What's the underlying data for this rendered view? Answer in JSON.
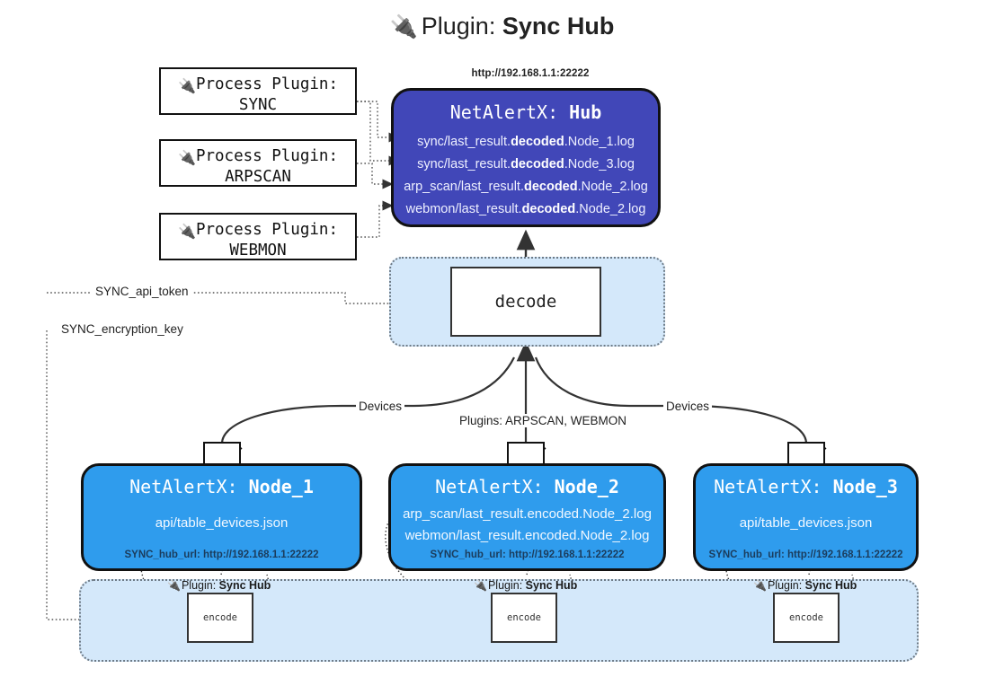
{
  "title": {
    "plug_icon": "🔌",
    "prefix": "Plugin:",
    "name": "Sync Hub"
  },
  "process_plugins": [
    {
      "plug_icon": "🔌",
      "line1": "Process Plugin:",
      "line2": "SYNC"
    },
    {
      "plug_icon": "🔌",
      "line1": "Process Plugin:",
      "line2": "ARPSCAN"
    },
    {
      "plug_icon": "🔌",
      "line1": "Process Plugin:",
      "line2": "WEBMON"
    }
  ],
  "hub": {
    "url": "http://192.168.1.1:22222",
    "title_prefix": "NetAlertX:",
    "title_name": "Hub",
    "logs": [
      {
        "pre": "sync/last_result.",
        "mid": "decoded",
        "post": ".Node_1.log"
      },
      {
        "pre": "sync/last_result.",
        "mid": "decoded",
        "post": ".Node_3.log"
      },
      {
        "pre": "arp_scan/last_result.",
        "mid": "decoded",
        "post": ".Node_2.log"
      },
      {
        "pre": "webmon/last_result.",
        "mid": "decoded",
        "post": ".Node_2.log"
      }
    ]
  },
  "decode": {
    "label": "decode"
  },
  "tokens": [
    {
      "label": "SYNC_api_token"
    },
    {
      "label": "SYNC_encryption_key"
    }
  ],
  "edge_labels": {
    "devices_left": "Devices",
    "devices_right": "Devices",
    "plugins_center": "Plugins: ARPSCAN, WEBMON"
  },
  "nodes": [
    {
      "title_prefix": "NetAlertX:",
      "title_name": "Node_1",
      "lines": [
        "api/table_devices.json"
      ],
      "hub_url_label": "SYNC_hub_url: http://192.168.1.1:22222",
      "envelope_icon": "envelope-icon"
    },
    {
      "title_prefix": "NetAlertX:",
      "title_name": "Node_2",
      "lines": [
        "arp_scan/last_result.encoded.Node_2.log",
        "webmon/last_result.encoded.Node_2.log"
      ],
      "hub_url_label": "SYNC_hub_url: http://192.168.1.1:22222",
      "envelope_icon": "envelope-icon"
    },
    {
      "title_prefix": "NetAlertX:",
      "title_name": "Node_3",
      "lines": [
        "api/table_devices.json"
      ],
      "hub_url_label": "SYNC_hub_url: http://192.168.1.1:22222",
      "envelope_icon": "envelope-icon"
    }
  ],
  "band": [
    {
      "plug_icon": "🔌",
      "prefix": "Plugin:",
      "name": "Sync Hub",
      "encode_label": "encode"
    },
    {
      "plug_icon": "🔌",
      "prefix": "Plugin:",
      "name": "Sync Hub",
      "encode_label": "encode"
    },
    {
      "plug_icon": "🔌",
      "prefix": "Plugin:",
      "name": "Sync Hub",
      "encode_label": "encode"
    }
  ],
  "colors": {
    "hub_bg": "#4147b8",
    "node_bg": "#2f9ced",
    "panel_bg": "#d4e8fa",
    "stroke": "#111111",
    "dotted": "#6d7a86"
  }
}
